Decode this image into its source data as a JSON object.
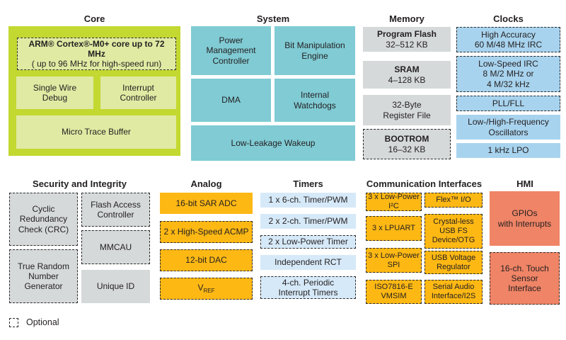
{
  "colors": {
    "core-green": "#c3d830",
    "core-light": "#e0eaa3",
    "teal": "#80cbd4",
    "gray": "#d5d9da",
    "blue": "#a8d3ee",
    "pale-blue": "#d6e9f8",
    "yellow": "#fdb814",
    "salmon": "#ef8466",
    "text": "#231f20"
  },
  "sections": {
    "core": {
      "title": "Core",
      "arm": {
        "line1": "ARM® Cortex®-M0+ core up to 72 MHz",
        "line2": "( up to 96 MHz for high-speed run)",
        "optional": true
      },
      "blocks": [
        {
          "label": "Single Wire\nDebug",
          "optional": false
        },
        {
          "label": "Interrupt\nController",
          "optional": false
        },
        {
          "label": "Micro Trace Buffer",
          "optional": false
        }
      ]
    },
    "system": {
      "title": "System",
      "blocks": [
        {
          "label": "Power\nManagement\nController",
          "optional": false
        },
        {
          "label": "Bit Manipulation\nEngine",
          "optional": false
        },
        {
          "label": "DMA",
          "optional": false
        },
        {
          "label": "Internal\nWatchdogs",
          "optional": false
        },
        {
          "label": "Low-Leakage Wakeup",
          "optional": false
        }
      ]
    },
    "memory": {
      "title": "Memory",
      "blocks": [
        {
          "name": "Program Flash",
          "size": "32–512 KB",
          "optional": false
        },
        {
          "name": "SRAM",
          "size": "4–128 KB",
          "optional": false
        },
        {
          "label": "32-Byte\nRegister File",
          "optional": false
        },
        {
          "name": "BOOTROM",
          "size": "16–32 KB",
          "optional": true
        }
      ]
    },
    "clocks": {
      "title": "Clocks",
      "blocks": [
        {
          "label": "High Accuracy\n60 M/48 MHz IRC",
          "optional": true
        },
        {
          "label": "Low-Speed IRC\n8 M/2 MHz or\n4 M/32 kHz",
          "optional": true
        },
        {
          "label": "PLL/FLL",
          "optional": true
        },
        {
          "label": "Low-/High-Frequency\nOscillators",
          "optional": false
        },
        {
          "label": "1 kHz LPO",
          "optional": false
        }
      ]
    },
    "security": {
      "title": "Security and Integrity",
      "blocks": [
        {
          "label": "Cyclic\nRedundancy\nCheck (CRC)",
          "optional": true
        },
        {
          "label": "Flash Access\nController",
          "optional": true
        },
        {
          "label": "MMCAU",
          "optional": true
        },
        {
          "label": "True Random\nNumber\nGenerator",
          "optional": true
        },
        {
          "label": "Unique ID",
          "optional": false
        }
      ]
    },
    "analog": {
      "title": "Analog",
      "blocks": [
        {
          "label": "16-bit SAR ADC",
          "optional": false
        },
        {
          "label": "2 x High-Speed ACMP",
          "optional": true
        },
        {
          "label": "12-bit DAC",
          "optional": true
        },
        {
          "main": "V",
          "sub": "REF",
          "optional": true
        }
      ]
    },
    "timers": {
      "title": "Timers",
      "blocks": [
        {
          "label": "1 x 6-ch. Timer/PWM",
          "optional": false
        },
        {
          "label": "2 x 2-ch. Timer/PWM",
          "optional": false
        },
        {
          "label": "2 x Low-Power Timer",
          "optional": true
        },
        {
          "label": "Independent RCT",
          "optional": false
        },
        {
          "label": "4-ch. Periodic\nInterrupt Timers",
          "optional": true
        }
      ]
    },
    "comm": {
      "title": "Communication Interfaces",
      "blocks": [
        {
          "label": "3 x Low-Power\nI²C",
          "optional": true
        },
        {
          "label": "3 x LPUART",
          "optional": true
        },
        {
          "label": "3 x Low-Power\nSPI",
          "optional": true
        },
        {
          "label": "ISO7816-E\nVMSIM",
          "optional": true
        },
        {
          "label": "Flex™ I/O",
          "optional": true
        },
        {
          "label": "Crystal-less\nUSB FS\nDevice/OTG",
          "optional": true
        },
        {
          "label": "USB Voltage\nRegulator",
          "optional": true
        },
        {
          "label": "Serial Audio\nInterface/I2S",
          "optional": true
        }
      ]
    },
    "hmi": {
      "title": "HMI",
      "blocks": [
        {
          "label": "GPIOs\nwith Interrupts",
          "optional": false
        },
        {
          "label": "16-ch. Touch\nSensor\nInterface",
          "optional": true
        }
      ]
    }
  },
  "legend": {
    "label": "Optional"
  }
}
